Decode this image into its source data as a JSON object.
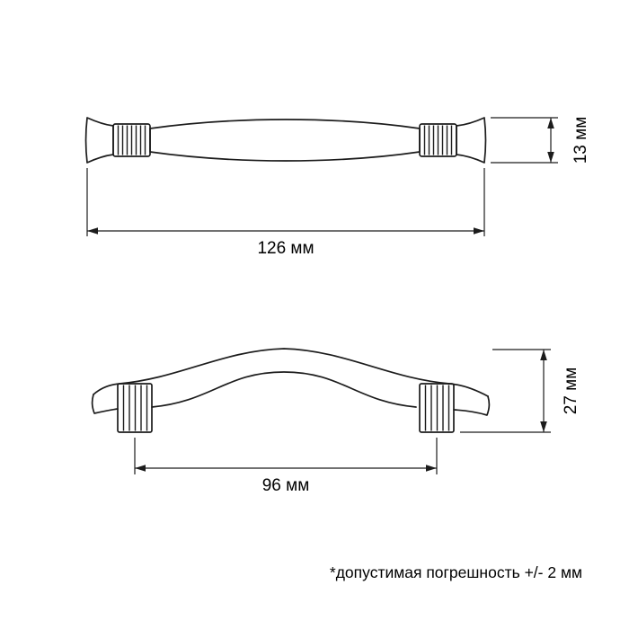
{
  "top_view": {
    "width_label": "126 мм",
    "height_label": "13 мм"
  },
  "side_view": {
    "width_label": "96 мм",
    "height_label": "27 мм"
  },
  "footnote": "*допустимая погрешность +/- 2 мм",
  "colors": {
    "line": "#1c1c1c",
    "bg": "#ffffff"
  }
}
